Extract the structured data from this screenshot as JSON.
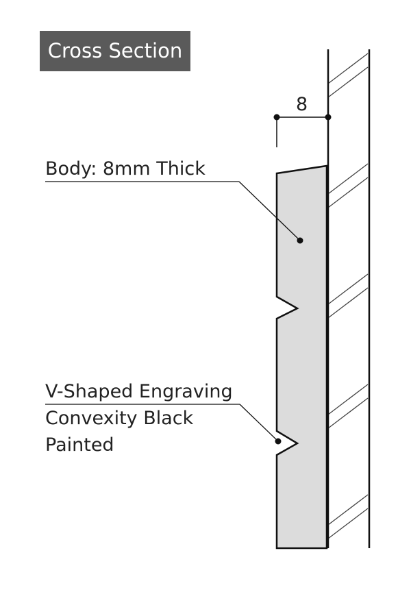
{
  "title": "Cross Section",
  "dimension": {
    "value": "8"
  },
  "callouts": {
    "body": "Body: 8mm Thick",
    "engraving_line1": "V-Shaped Engraving",
    "engraving_line2": "Convexity Black",
    "engraving_line3": "Painted"
  },
  "colors": {
    "title_bg": "#5a5a5a",
    "body_fill": "#dcdcdc",
    "line": "#111111"
  }
}
